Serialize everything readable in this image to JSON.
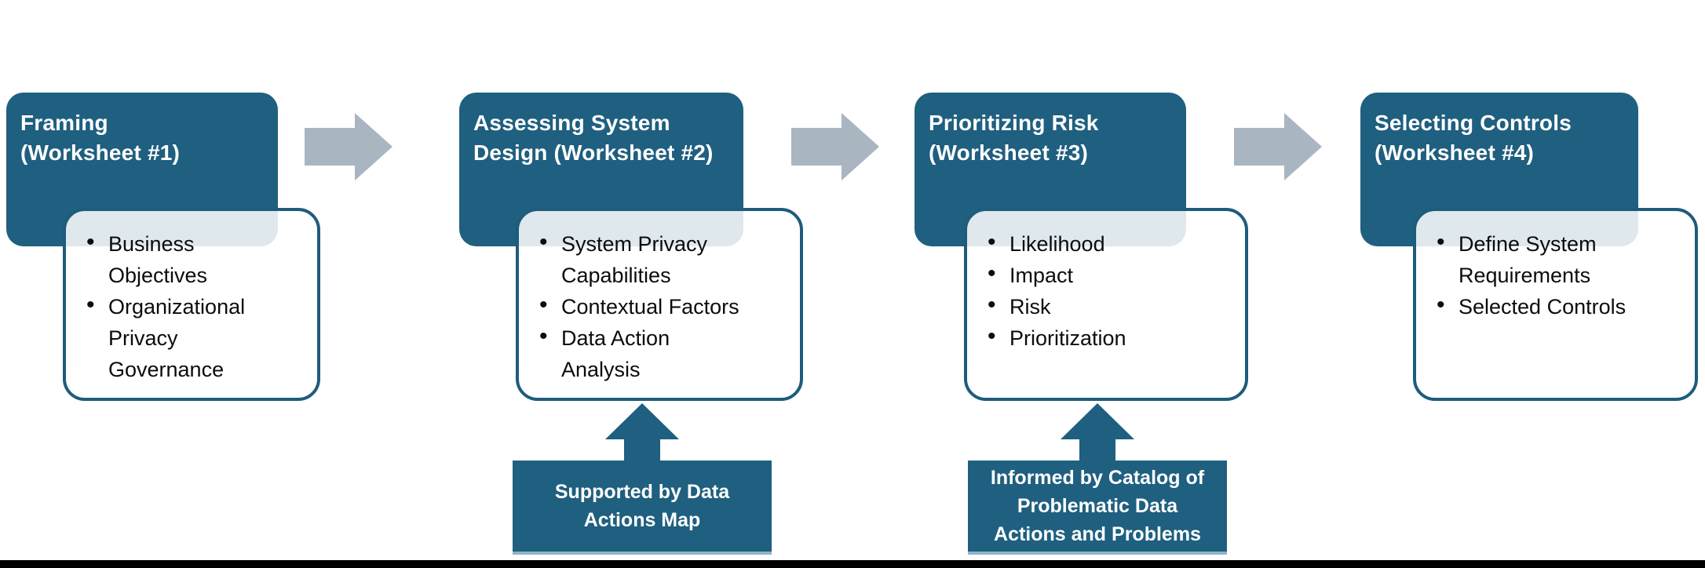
{
  "diagram": {
    "colors": {
      "teal": "#1f5f7f",
      "teal_border": "#1e5c7b",
      "arrow_gray": "#a9b5c1",
      "label_edge": "#8fb3c6",
      "bottom_bar": "#000000"
    },
    "panels": [
      {
        "title": "Framing\n(Worksheet #1)",
        "bullets": [
          "Business\nObjectives",
          "Organizational\nPrivacy\nGovernance"
        ]
      },
      {
        "title": "Assessing System\nDesign (Worksheet #2)",
        "bullets": [
          "System Privacy\nCapabilities",
          "Contextual Factors",
          "Data Action\nAnalysis"
        ],
        "callout": "Supported by Data\nActions Map"
      },
      {
        "title": "Prioritizing Risk\n(Worksheet #3)",
        "bullets": [
          "Likelihood",
          "Impact",
          "Risk",
          "Prioritization"
        ],
        "callout": "Informed by Catalog of\nProblematic Data\nActions and Problems"
      },
      {
        "title": "Selecting Controls\n(Worksheet #4)",
        "bullets": [
          "Define System\nRequirements",
          "Selected Controls"
        ]
      }
    ]
  }
}
